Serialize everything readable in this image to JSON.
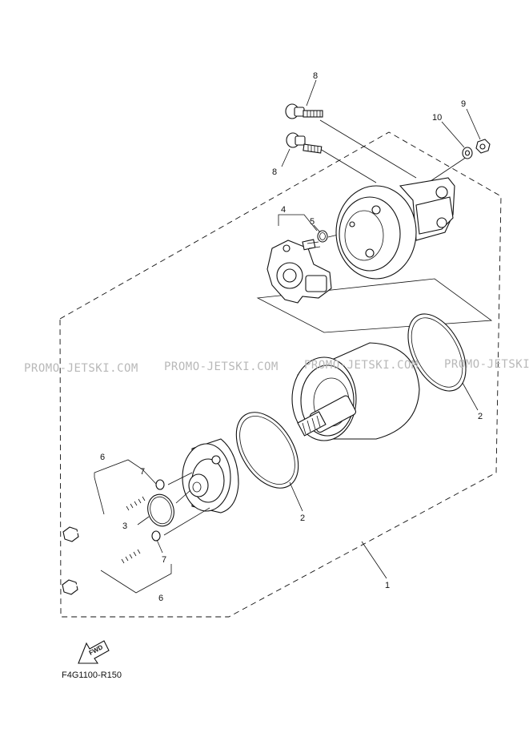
{
  "diagram": {
    "callouts": [
      {
        "id": "c8a",
        "label": "8"
      },
      {
        "id": "c8b",
        "label": "8"
      },
      {
        "id": "c9",
        "label": "9"
      },
      {
        "id": "c10",
        "label": "10"
      },
      {
        "id": "c4",
        "label": "4"
      },
      {
        "id": "c5",
        "label": "5"
      },
      {
        "id": "c2a",
        "label": "2"
      },
      {
        "id": "c2b",
        "label": "2"
      },
      {
        "id": "c6a",
        "label": "6"
      },
      {
        "id": "c7a",
        "label": "7"
      },
      {
        "id": "c3",
        "label": "3"
      },
      {
        "id": "c7b",
        "label": "7"
      },
      {
        "id": "c6b",
        "label": "6"
      },
      {
        "id": "c1",
        "label": "1"
      }
    ],
    "watermarks": [
      "PROMO-JETSKI.COM",
      "PROMO-JETSKI.COM",
      "PROMO-JETSKI.COM",
      "PROMO-JETSKI.COM"
    ],
    "fwd_label": "FWD",
    "diagram_code": "F4G1100-R150"
  }
}
